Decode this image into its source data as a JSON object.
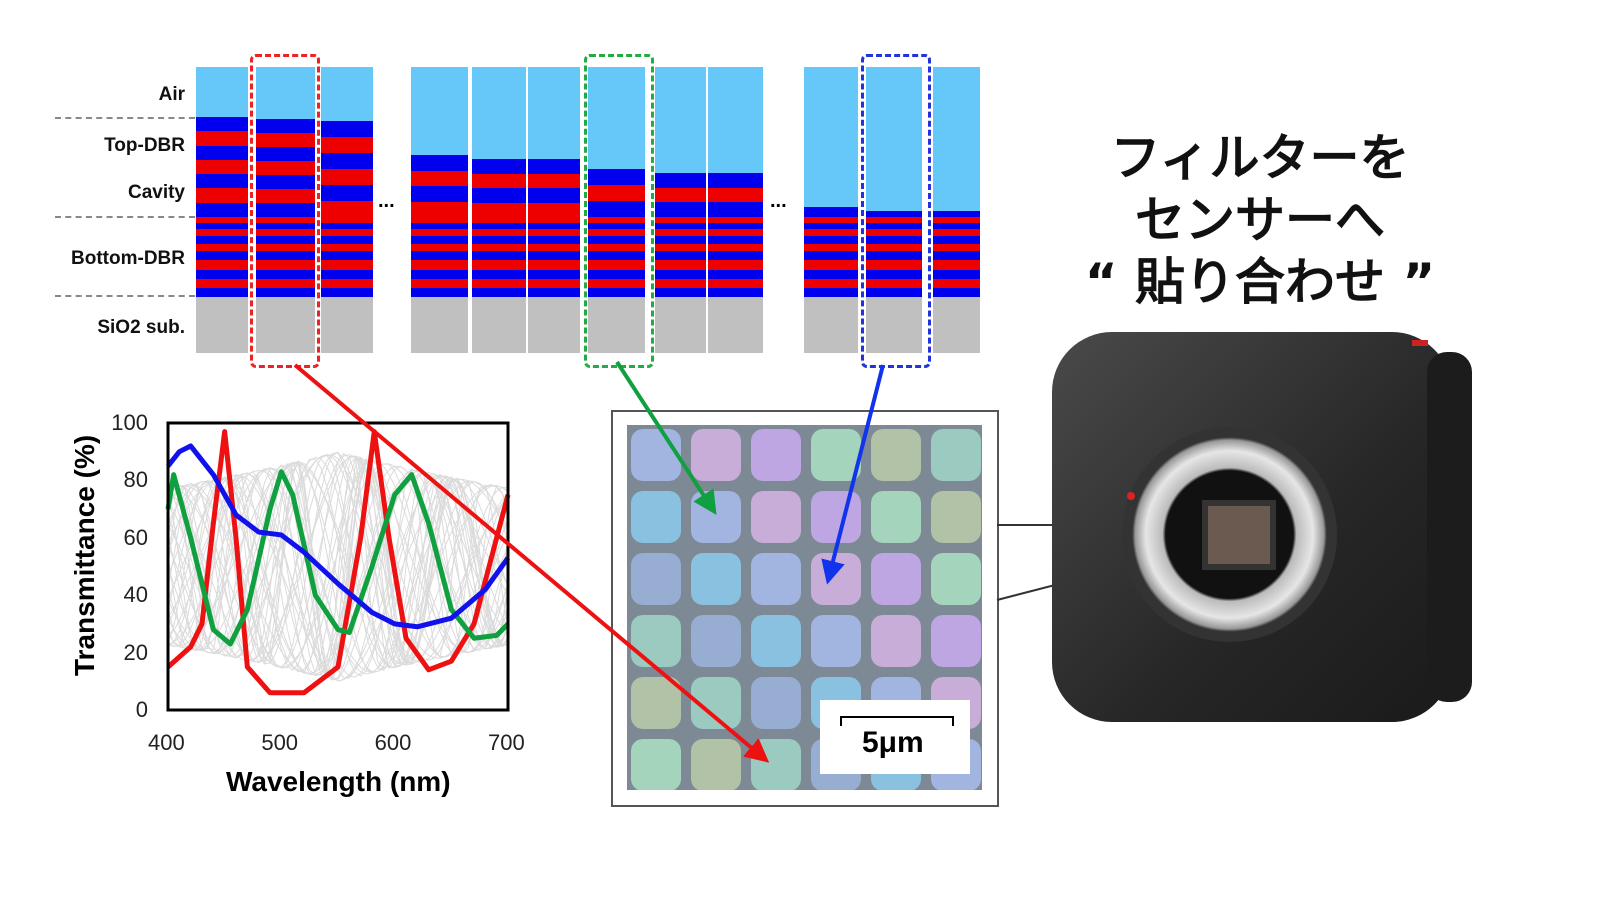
{
  "layer_diagram": {
    "labels": [
      "Air",
      "Top-DBR",
      "Cavity",
      "Bottom-DBR",
      "SiO2 sub."
    ],
    "ellipsis": "...",
    "colors": {
      "air": "#66c8f8",
      "high": "#0000ee",
      "low": "#ee0000",
      "substrate": "#c0c0c0"
    },
    "highlight_colors": [
      "#ee2222",
      "#22aa44",
      "#2233dd"
    ]
  },
  "headline": {
    "lines": [
      "フィルターを",
      "センサーへ",
      "“ 貼り合わせ ”"
    ]
  },
  "micrograph": {
    "scale_bar": "5μm"
  },
  "chart_data": {
    "type": "line",
    "xlabel": "Wavelength (nm)",
    "ylabel": "Transmittance (%)",
    "xlim": [
      400,
      700
    ],
    "ylim": [
      0,
      100
    ],
    "xticks": [
      "400",
      "500",
      "600",
      "700"
    ],
    "yticks": [
      "0",
      "20",
      "40",
      "60",
      "80",
      "100"
    ],
    "series": [
      {
        "name": "red",
        "color": "#ee1111",
        "x": [
          400,
          420,
          430,
          440,
          450,
          460,
          470,
          490,
          520,
          550,
          570,
          582,
          595,
          610,
          630,
          650,
          670,
          690,
          700
        ],
        "y": [
          15,
          22,
          30,
          65,
          97,
          60,
          15,
          6,
          6,
          15,
          60,
          97,
          60,
          25,
          14,
          17,
          30,
          60,
          75
        ]
      },
      {
        "name": "green",
        "color": "#11a040",
        "x": [
          400,
          405,
          420,
          440,
          455,
          470,
          490,
          500,
          510,
          530,
          550,
          560,
          580,
          600,
          615,
          630,
          650,
          670,
          690,
          700
        ],
        "y": [
          70,
          82,
          60,
          28,
          23,
          35,
          70,
          83,
          75,
          40,
          28,
          27,
          50,
          75,
          82,
          65,
          35,
          25,
          26,
          30
        ]
      },
      {
        "name": "blue",
        "color": "#1111ee",
        "x": [
          400,
          410,
          420,
          440,
          460,
          480,
          500,
          520,
          550,
          580,
          600,
          620,
          650,
          680,
          700
        ],
        "y": [
          85,
          90,
          92,
          82,
          68,
          62,
          61,
          55,
          44,
          34,
          30,
          29,
          32,
          42,
          53
        ]
      }
    ]
  }
}
